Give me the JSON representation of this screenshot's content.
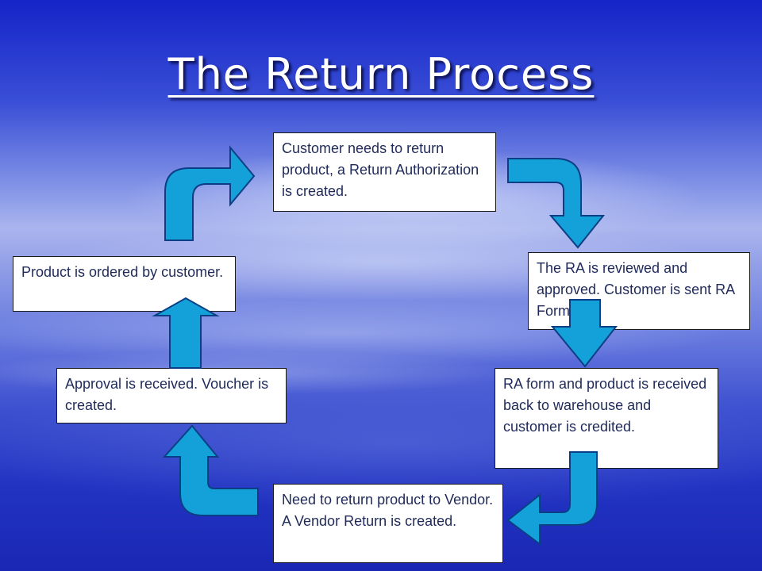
{
  "title": "The Return Process",
  "steps": {
    "customer_needs": "Customer needs  to return product, a Return Authorization is created.",
    "ra_reviewed": "The RA is reviewed and approved.  Customer is sent RA Form.",
    "ra_received": "RA form and product is received back to warehouse and customer is credited.",
    "vendor_return": "Need to return product to Vendor.  A Vendor Return is created.",
    "approval": "Approval is received. Voucher is created.",
    "ordered": "Product is ordered by customer."
  },
  "colors": {
    "arrow_fill": "#14a0d8",
    "arrow_stroke": "#0b3f85",
    "box_text": "#1f2a5a"
  }
}
